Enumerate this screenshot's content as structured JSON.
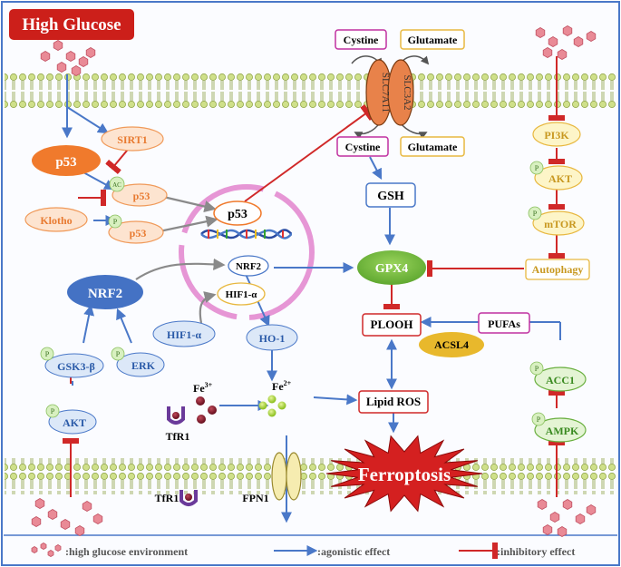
{
  "title": "High Glucose",
  "nodes": {
    "cystine_out": "Cystine",
    "glutamate_out": "Glutamate",
    "slc7a11": "SLC7A11",
    "slc3a2": "SLC3A2",
    "cystine_in": "Cystine",
    "glutamate_in": "Glutamate",
    "gsh": "GSH",
    "gpx4": "GPX4",
    "plooh": "PLOOH",
    "acsl4": "ACSL4",
    "pufas": "PUFAs",
    "lipid_ros": "Lipid ROS",
    "ferroptosis": "Ferroptosis",
    "p53": "p53",
    "sirt1": "SIRT1",
    "klotho": "Klotho",
    "ac_p53": "p53",
    "p_p53": "p53",
    "p53_nuc": "p53",
    "nrf2": "NRF2",
    "nrf2_nuc": "NRF2",
    "hif1a_nuc": "HIF1-α",
    "hif1a": "HIF1-α",
    "ho1": "HO-1",
    "gsk3b": "GSK3-β",
    "erk": "ERK",
    "akt_left": "AKT",
    "fe3": "Fe",
    "fe3_sup": "3+",
    "fe2": "Fe",
    "fe2_sup": "2+",
    "tfr1_a": "TfR1",
    "tfr1_b": "TfR1",
    "fpn1": "FPN1",
    "pi3k": "PI3K",
    "akt_right": "AKT",
    "mtor": "mTOR",
    "autophagy": "Autophagy",
    "acc1": "ACC1",
    "ampk": "AMPK",
    "mod_ac": "AC",
    "mod_p": "P"
  },
  "legend": {
    "glucose": ":high glucose environment",
    "agonistic": ":agonistic effect",
    "inhibitory": ":inhibitory effect"
  },
  "colors": {
    "agonistic_arrow": "#4a78c8",
    "inhibitory_arrow": "#d02828",
    "neutral_arrow": "#8a8a8a",
    "title_bg": "#cc1f1a",
    "p53_fill": "#f07a2c",
    "nrf2_fill": "#4472c4",
    "gpx4_fill": "#7cc142",
    "acsl4_fill": "#e8b82c",
    "ferroptosis_fill": "#d42020",
    "membrane": "#9ab25a",
    "outer_border": "#4a78c8",
    "nucleus": "#e38bd0",
    "glucose": "#e4717e"
  }
}
